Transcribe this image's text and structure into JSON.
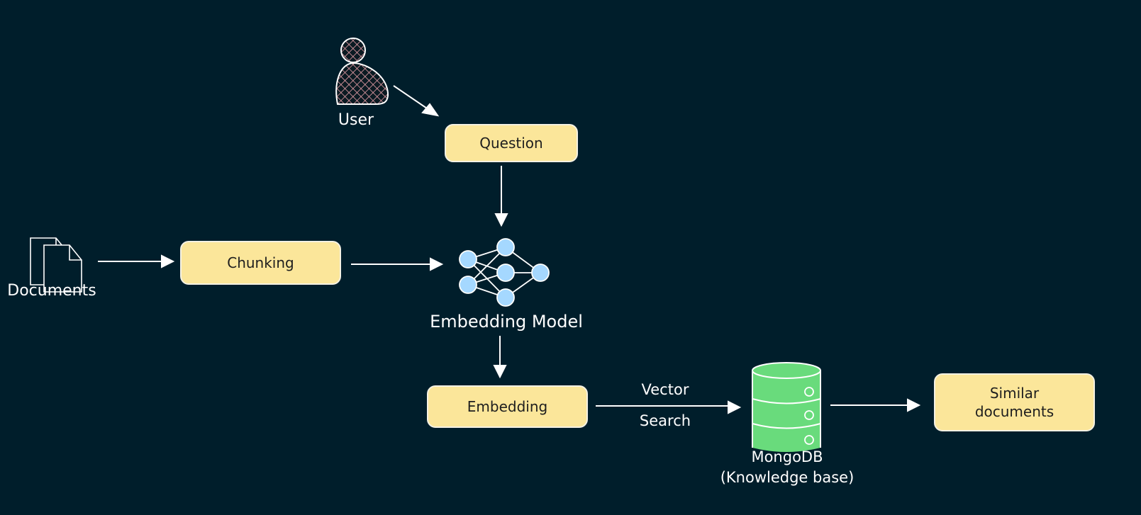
{
  "diagram": {
    "title": "RAG vector search pipeline",
    "colors": {
      "background": "#001e2b",
      "box_fill": "#fbe69a",
      "box_text": "#1e1e1e",
      "neural_node": "#a5d8ff",
      "database": "#69db7c",
      "line": "#ffffff",
      "user_hatch": "#e8a0a8"
    },
    "nodes": {
      "user": {
        "label": "User",
        "icon": "person-icon"
      },
      "question": {
        "label": "Question"
      },
      "documents": {
        "label": "Documents",
        "icon": "documents-icon"
      },
      "chunking": {
        "label": "Chunking"
      },
      "embedding_model": {
        "label": "Embedding Model",
        "icon": "neural-network-icon"
      },
      "embedding": {
        "label": "Embedding"
      },
      "mongodb": {
        "label_line1": "MongoDB",
        "label_line2": "(Knowledge base)",
        "icon": "database-icon"
      },
      "similar_documents": {
        "label_line1": "Similar",
        "label_line2": "documents"
      }
    },
    "edges": [
      {
        "from": "user",
        "to": "question",
        "label": ""
      },
      {
        "from": "question",
        "to": "embedding_model",
        "label": ""
      },
      {
        "from": "documents",
        "to": "chunking",
        "label": ""
      },
      {
        "from": "chunking",
        "to": "embedding_model",
        "label": ""
      },
      {
        "from": "embedding_model",
        "to": "embedding",
        "label": ""
      },
      {
        "from": "embedding",
        "to": "mongodb",
        "label_line1": "Vector",
        "label_line2": "Search"
      },
      {
        "from": "mongodb",
        "to": "similar_documents",
        "label": ""
      }
    ]
  }
}
